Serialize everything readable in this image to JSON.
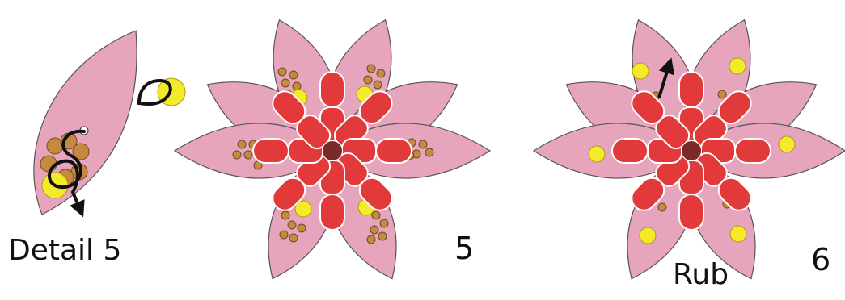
{
  "labels": {
    "detail": "Detail 5",
    "step5": "5",
    "rub": "Rub",
    "step6": "6"
  },
  "colors": {
    "petal": "#e7a4bd",
    "center_bead": "#e23a3a",
    "center_dot": "#7a2a2a",
    "small_bead": "#c58a3f",
    "large_bead": "#f4ea2a",
    "thread": "#111111",
    "background": "#ffffff"
  },
  "icons": {
    "arrow_detail": "arrow-down-right-icon",
    "arrow_rub": "arrow-up-icon"
  }
}
